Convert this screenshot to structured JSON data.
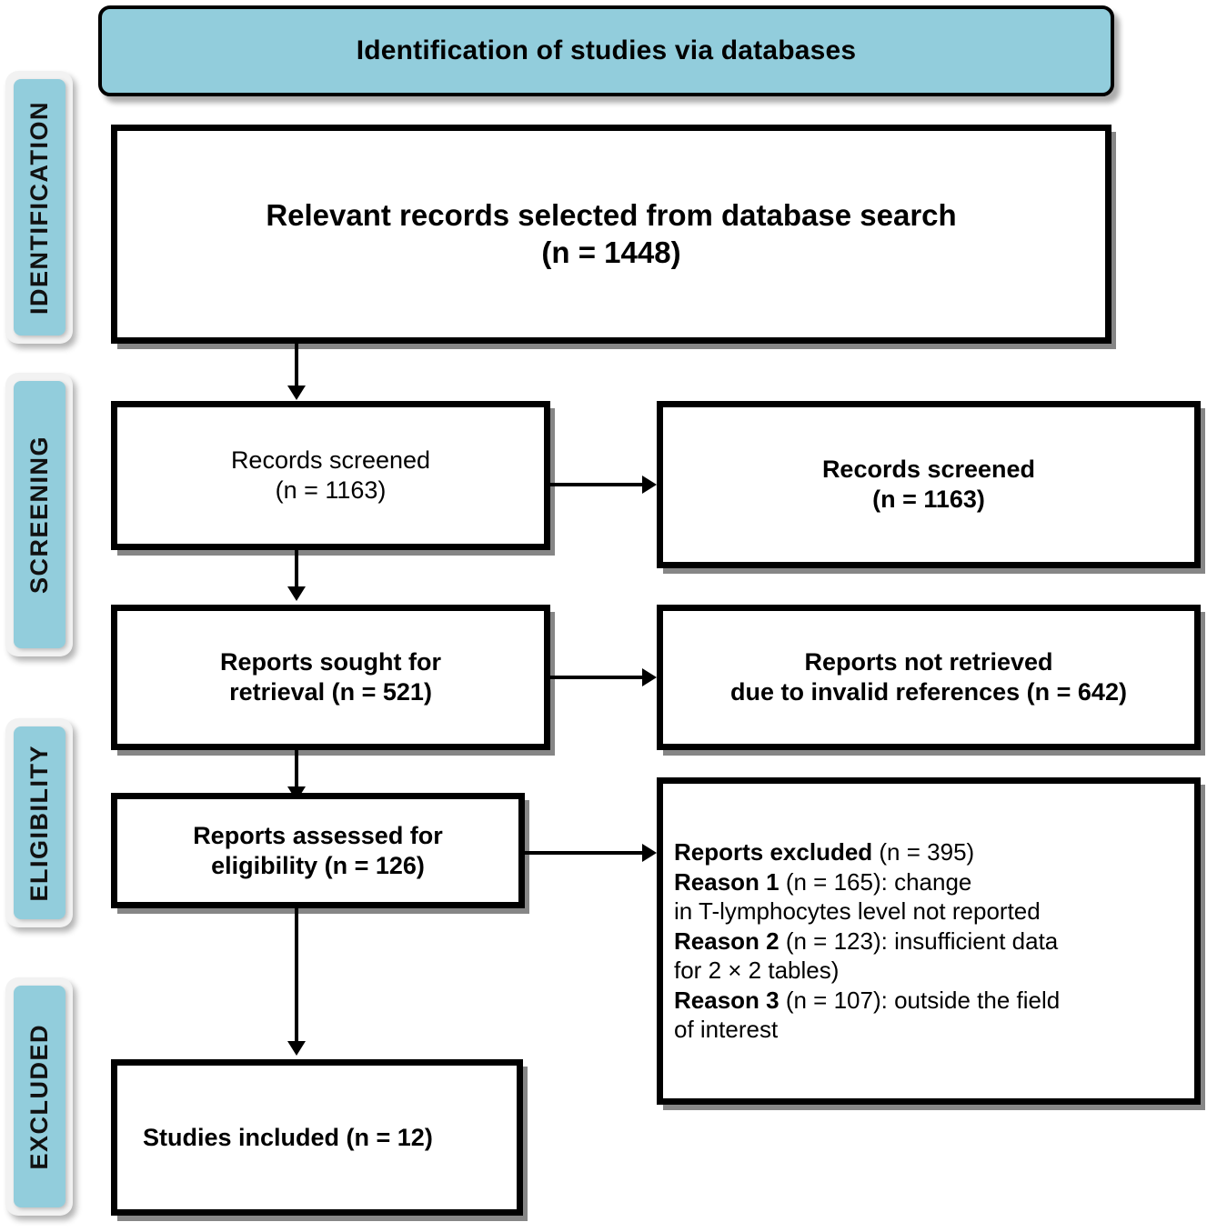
{
  "diagram": {
    "title": "PRISMA flow diagram",
    "accent_color": "#92cddc",
    "border_color": "#000000",
    "shadow_color": "#808080",
    "background": "#ffffff"
  },
  "banner": {
    "label": "Identification of studies via databases"
  },
  "stages": [
    {
      "key": "identification",
      "label": "IDENTIFICATION"
    },
    {
      "key": "screening",
      "label": "SCREENING"
    },
    {
      "key": "eligibility",
      "label": "ELIGIBILITY"
    },
    {
      "key": "excluded",
      "label": "EXCLUDED"
    }
  ],
  "nodes": {
    "records_identified": {
      "label": "Relevant records selected from database search\n(n = 1448)",
      "n": 1448
    },
    "records_screened": {
      "label": "Records screened\n(n = 1163)",
      "n": 1163
    },
    "records_screened_right": {
      "label": "Records screened\n(n = 1163)",
      "n": 1163
    },
    "reports_sought": {
      "label": "Reports sought for\nretrieval (n = 521)",
      "n": 521
    },
    "reports_not_retrieved": {
      "label": "Reports not retrieved\ndue to invalid references (n = 642)",
      "n": 642
    },
    "reports_assessed": {
      "label": "Reports assessed for\neligibility (n = 126)",
      "n": 126
    },
    "studies_included": {
      "label": "Studies included (n = 12)",
      "n": 12
    }
  },
  "excluded": {
    "heading_bold": "Reports excluded",
    "heading_rest": " (n = 395)",
    "n": 395,
    "reasons": [
      {
        "bold": "Reason 1",
        "rest": " (n = 165): change",
        "cont": "in T-lymphocytes level not reported",
        "n": 165
      },
      {
        "bold": "Reason 2",
        "rest": " (n = 123): insufficient data",
        "cont": "for 2 × 2 tables)",
        "n": 123
      },
      {
        "bold": "Reason 3",
        "rest": " (n = 107): outside the field",
        "cont": "of interest",
        "n": 107
      }
    ]
  }
}
